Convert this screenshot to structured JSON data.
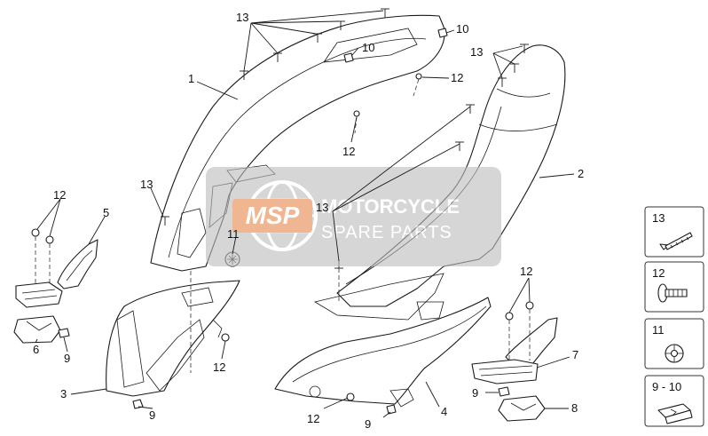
{
  "watermark": {
    "brand": "MSP",
    "line1": "MOTORCYCLE",
    "line2": "SPARE PARTS",
    "accent_color": "#e8884e",
    "panel_color": "#bdbdbd"
  },
  "callouts": [
    {
      "id": "c13-top",
      "label": "13"
    },
    {
      "id": "c10-top",
      "label": "10"
    },
    {
      "id": "c10-inner",
      "label": "10"
    },
    {
      "id": "c1",
      "label": "1"
    },
    {
      "id": "c13-right",
      "label": "13"
    },
    {
      "id": "c12-mid",
      "label": "12"
    },
    {
      "id": "c12-below",
      "label": "12"
    },
    {
      "id": "c2",
      "label": "2"
    },
    {
      "id": "c13-left",
      "label": "13"
    },
    {
      "id": "c13-center",
      "label": "13"
    },
    {
      "id": "c11",
      "label": "11"
    },
    {
      "id": "c12-left",
      "label": "12"
    },
    {
      "id": "c5",
      "label": "5"
    },
    {
      "id": "c6",
      "label": "6"
    },
    {
      "id": "c9-left",
      "label": "9"
    },
    {
      "id": "c3",
      "label": "3"
    },
    {
      "id": "c9-bottom",
      "label": "9"
    },
    {
      "id": "c12-center",
      "label": "12"
    },
    {
      "id": "c12-bottom",
      "label": "12"
    },
    {
      "id": "c9-right-bottom",
      "label": "9"
    },
    {
      "id": "c4",
      "label": "4"
    },
    {
      "id": "c12-right",
      "label": "12"
    },
    {
      "id": "c7",
      "label": "7"
    },
    {
      "id": "c9-right",
      "label": "9"
    },
    {
      "id": "c8",
      "label": "8"
    }
  ],
  "legend": [
    {
      "label": "13",
      "icon": "screw-icon"
    },
    {
      "label": "12",
      "icon": "bolt-icon"
    },
    {
      "label": "11",
      "icon": "washer-icon"
    },
    {
      "label": "9 - 10",
      "icon": "clip-nut-icon"
    }
  ]
}
